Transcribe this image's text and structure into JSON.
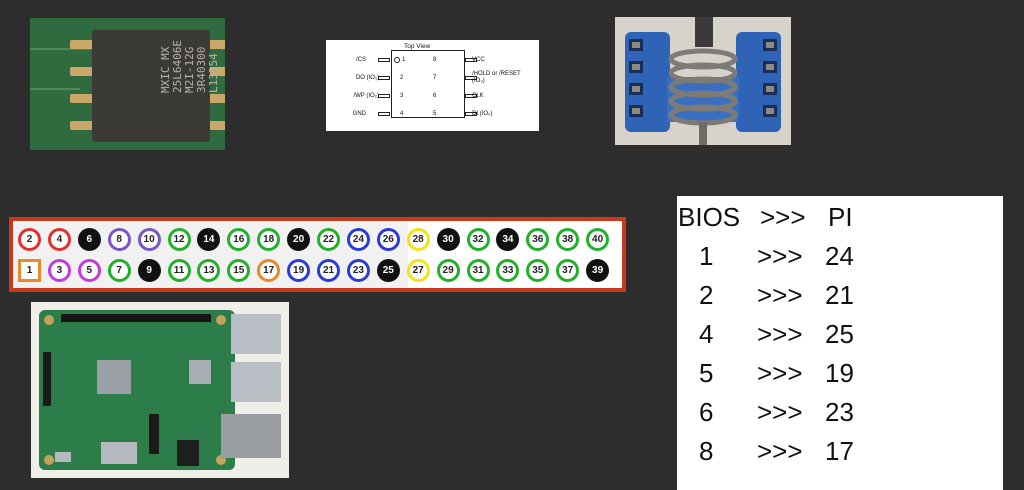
{
  "chip": {
    "marking_lines": [
      "MXIC MX",
      "25L6406E",
      "M2I-12G",
      "3R40300",
      "L13354"
    ]
  },
  "pinout": {
    "title": "Top View",
    "left_pins": [
      {
        "label": "/CS",
        "num": "1"
      },
      {
        "label": "DO (IO₁)",
        "num": "2"
      },
      {
        "label": "/WP (IO₂)",
        "num": "3"
      },
      {
        "label": "GND",
        "num": "4"
      }
    ],
    "right_pins": [
      {
        "label": "VCC",
        "num": "8"
      },
      {
        "label": "/HOLD or /RESET",
        "label2": "(IO₃)",
        "num": "7"
      },
      {
        "label": "CLK",
        "num": "6"
      },
      {
        "label": "DI (IO₀)",
        "num": "5"
      }
    ]
  },
  "gpio": {
    "top_row": [
      "2",
      "4",
      "6",
      "8",
      "10",
      "12",
      "14",
      "16",
      "18",
      "20",
      "22",
      "24",
      "26",
      "28",
      "30",
      "32",
      "34",
      "36",
      "38",
      "40"
    ],
    "bottom_row": [
      "1",
      "3",
      "5",
      "7",
      "9",
      "11",
      "13",
      "15",
      "17",
      "19",
      "21",
      "23",
      "25",
      "27",
      "29",
      "31",
      "33",
      "35",
      "37",
      "39"
    ],
    "colors": {
      "power5v": "#e03030",
      "ground": "#111111",
      "gpio": "#22b02a",
      "i2c": "#c43bdc",
      "spi": "#2a3bd8",
      "uart": "#7a55c8",
      "power3v3": "#e8892a",
      "idsd": "#f2e21a",
      "frame": "#c8391e"
    },
    "top_types": [
      "power5v",
      "power5v",
      "ground",
      "uart",
      "uart",
      "gpio",
      "ground",
      "gpio",
      "gpio",
      "ground",
      "gpio",
      "spi",
      "spi",
      "idsd",
      "ground",
      "gpio",
      "ground",
      "gpio",
      "gpio",
      "gpio"
    ],
    "bottom_types": [
      "power3v3",
      "i2c",
      "i2c",
      "gpio",
      "ground",
      "gpio",
      "gpio",
      "gpio",
      "power3v3",
      "spi",
      "spi",
      "spi",
      "ground",
      "idsd",
      "gpio",
      "gpio",
      "gpio",
      "gpio",
      "gpio",
      "ground"
    ]
  },
  "mapping": {
    "headers": [
      "BIOS",
      ">>>",
      "PI"
    ],
    "rows": [
      [
        "1",
        ">>>",
        "24"
      ],
      [
        "2",
        ">>>",
        "21"
      ],
      [
        "4",
        ">>>",
        "25"
      ],
      [
        "5",
        ">>>",
        "19"
      ],
      [
        "6",
        ">>>",
        "23"
      ],
      [
        "8",
        ">>>",
        "17"
      ]
    ]
  }
}
